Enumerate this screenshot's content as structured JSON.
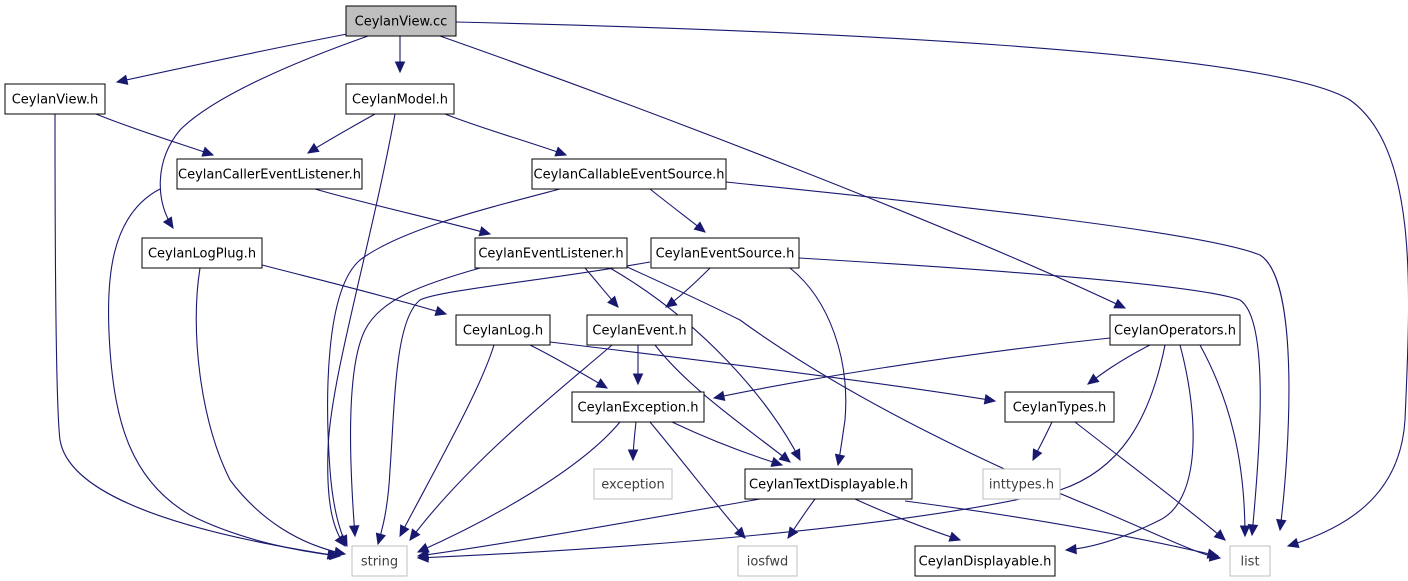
{
  "colors": {
    "edge": "#191970",
    "node_border": "#000000",
    "external_border": "#bfbfbf",
    "external_text": "#3f3f3f",
    "root_fill": "#bfbfbf",
    "node_fill": "#ffffff"
  },
  "nodes": [
    {
      "id": "ceylanview_cc",
      "label": "CeylanView.cc",
      "kind": "root"
    },
    {
      "id": "ceylanview_h",
      "label": "CeylanView.h",
      "kind": "header"
    },
    {
      "id": "ceylanmodel_h",
      "label": "CeylanModel.h",
      "kind": "header"
    },
    {
      "id": "callereventlistener_h",
      "label": "CeylanCallerEventListener.h",
      "kind": "header"
    },
    {
      "id": "callableeventsource_h",
      "label": "CeylanCallableEventSource.h",
      "kind": "header"
    },
    {
      "id": "logplug_h",
      "label": "CeylanLogPlug.h",
      "kind": "header"
    },
    {
      "id": "eventlistener_h",
      "label": "CeylanEventListener.h",
      "kind": "header"
    },
    {
      "id": "eventsource_h",
      "label": "CeylanEventSource.h",
      "kind": "header"
    },
    {
      "id": "log_h",
      "label": "CeylanLog.h",
      "kind": "header"
    },
    {
      "id": "event_h",
      "label": "CeylanEvent.h",
      "kind": "header"
    },
    {
      "id": "operators_h",
      "label": "CeylanOperators.h",
      "kind": "header"
    },
    {
      "id": "exception_h",
      "label": "CeylanException.h",
      "kind": "header"
    },
    {
      "id": "types_h",
      "label": "CeylanTypes.h",
      "kind": "header"
    },
    {
      "id": "exception",
      "label": "exception",
      "kind": "external"
    },
    {
      "id": "textdisplayable_h",
      "label": "CeylanTextDisplayable.h",
      "kind": "header"
    },
    {
      "id": "inttypes_h",
      "label": "inttypes.h",
      "kind": "external"
    },
    {
      "id": "string",
      "label": "string",
      "kind": "external"
    },
    {
      "id": "iosfwd",
      "label": "iosfwd",
      "kind": "external"
    },
    {
      "id": "displayable_h",
      "label": "CeylanDisplayable.h",
      "kind": "header"
    },
    {
      "id": "list",
      "label": "list",
      "kind": "external"
    }
  ],
  "edges": [
    {
      "from": "ceylanview_cc",
      "to": "ceylanview_h"
    },
    {
      "from": "ceylanview_cc",
      "to": "ceylanmodel_h"
    },
    {
      "from": "ceylanview_cc",
      "to": "logplug_h"
    },
    {
      "from": "ceylanview_cc",
      "to": "operators_h"
    },
    {
      "from": "ceylanview_cc",
      "to": "list"
    },
    {
      "from": "ceylanview_h",
      "to": "callereventlistener_h"
    },
    {
      "from": "ceylanview_h",
      "to": "string"
    },
    {
      "from": "ceylanmodel_h",
      "to": "callereventlistener_h"
    },
    {
      "from": "ceylanmodel_h",
      "to": "callableeventsource_h"
    },
    {
      "from": "ceylanmodel_h",
      "to": "string"
    },
    {
      "from": "callereventlistener_h",
      "to": "eventlistener_h"
    },
    {
      "from": "callereventlistener_h",
      "to": "string"
    },
    {
      "from": "callableeventsource_h",
      "to": "eventsource_h"
    },
    {
      "from": "callableeventsource_h",
      "to": "string"
    },
    {
      "from": "callableeventsource_h",
      "to": "list"
    },
    {
      "from": "logplug_h",
      "to": "log_h"
    },
    {
      "from": "logplug_h",
      "to": "string"
    },
    {
      "from": "eventlistener_h",
      "to": "event_h"
    },
    {
      "from": "eventlistener_h",
      "to": "textdisplayable_h"
    },
    {
      "from": "eventlistener_h",
      "to": "string"
    },
    {
      "from": "eventlistener_h",
      "to": "list"
    },
    {
      "from": "eventsource_h",
      "to": "event_h"
    },
    {
      "from": "eventsource_h",
      "to": "textdisplayable_h"
    },
    {
      "from": "eventsource_h",
      "to": "string"
    },
    {
      "from": "eventsource_h",
      "to": "list"
    },
    {
      "from": "log_h",
      "to": "exception_h"
    },
    {
      "from": "log_h",
      "to": "types_h"
    },
    {
      "from": "log_h",
      "to": "string"
    },
    {
      "from": "event_h",
      "to": "exception_h"
    },
    {
      "from": "event_h",
      "to": "textdisplayable_h"
    },
    {
      "from": "event_h",
      "to": "string"
    },
    {
      "from": "operators_h",
      "to": "exception_h"
    },
    {
      "from": "operators_h",
      "to": "types_h"
    },
    {
      "from": "operators_h",
      "to": "string"
    },
    {
      "from": "operators_h",
      "to": "list"
    },
    {
      "from": "operators_h",
      "to": "displayable_h"
    },
    {
      "from": "exception_h",
      "to": "exception"
    },
    {
      "from": "exception_h",
      "to": "textdisplayable_h"
    },
    {
      "from": "exception_h",
      "to": "iosfwd"
    },
    {
      "from": "exception_h",
      "to": "string"
    },
    {
      "from": "types_h",
      "to": "inttypes_h"
    },
    {
      "from": "types_h",
      "to": "list"
    },
    {
      "from": "textdisplayable_h",
      "to": "displayable_h"
    },
    {
      "from": "textdisplayable_h",
      "to": "string"
    },
    {
      "from": "textdisplayable_h",
      "to": "iosfwd"
    },
    {
      "from": "textdisplayable_h",
      "to": "list"
    }
  ]
}
